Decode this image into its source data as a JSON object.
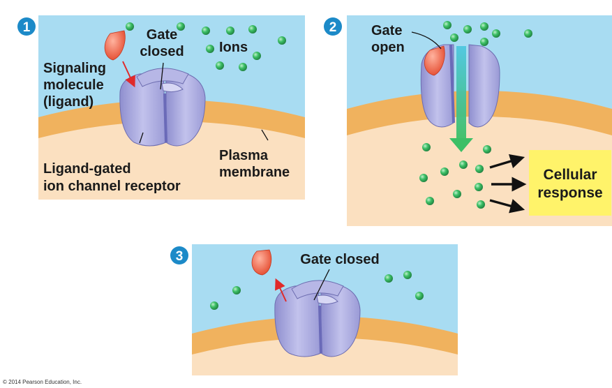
{
  "panels": [
    {
      "step": "1",
      "labels": {
        "gate": [
          "Gate",
          "closed"
        ],
        "ions": "Ions",
        "ligand": [
          "Signaling",
          "molecule",
          "(ligand)"
        ],
        "receptor": [
          "Ligand-gated",
          "ion channel receptor"
        ],
        "membrane": [
          "Plasma",
          "membrane"
        ]
      }
    },
    {
      "step": "2",
      "labels": {
        "gate": [
          "Gate",
          "open"
        ],
        "response": [
          "Cellular",
          "response"
        ]
      }
    },
    {
      "step": "3",
      "labels": {
        "gate": "Gate closed"
      }
    }
  ],
  "colors": {
    "extracellular": "#a8dcf2",
    "membrane": "#f0b25e",
    "cytoplasm": "#fbe0c0",
    "channel": "#a9a9dd",
    "ligand": "#f2664a",
    "ion": "#2fae5a",
    "step_badge": "#1c8ac8",
    "response_box": "#fff36a",
    "flow_arrow": "#3fbf8f"
  },
  "copyright": "© 2014 Pearson Education, Inc."
}
